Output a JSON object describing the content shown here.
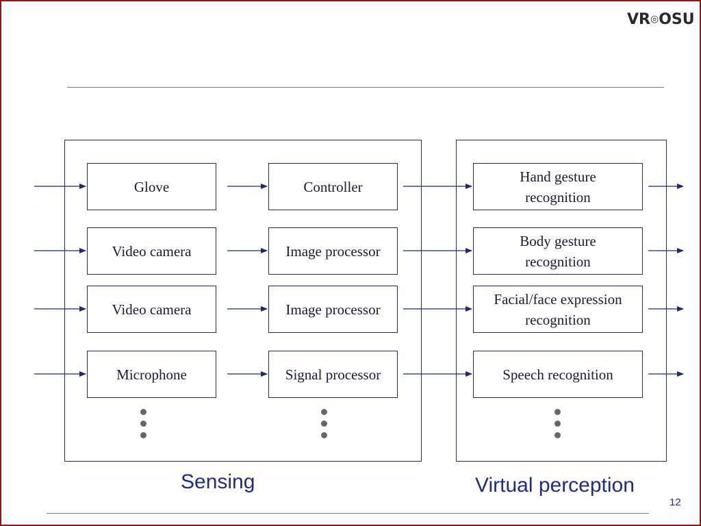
{
  "logo": {
    "left": "VR",
    "sep": "◎",
    "right": "OSU"
  },
  "sensing": {
    "devices": [
      "Glove",
      "Video camera",
      "Video camera",
      "Microphone"
    ],
    "processors": [
      "Controller",
      "Image processor",
      "Image processor",
      "Signal processor"
    ],
    "caption": "Sensing"
  },
  "perception": {
    "recognizers": [
      "Hand gesture\nrecognition",
      "Body gesture\nrecognition",
      "Facial/face expression\nrecognition",
      "Speech recognition"
    ],
    "caption": "Virtual perception"
  },
  "page_number": "12",
  "colors": {
    "frame": "#1f2a6a",
    "caption": "#1f2a8a",
    "border": "#8b1a1a"
  }
}
